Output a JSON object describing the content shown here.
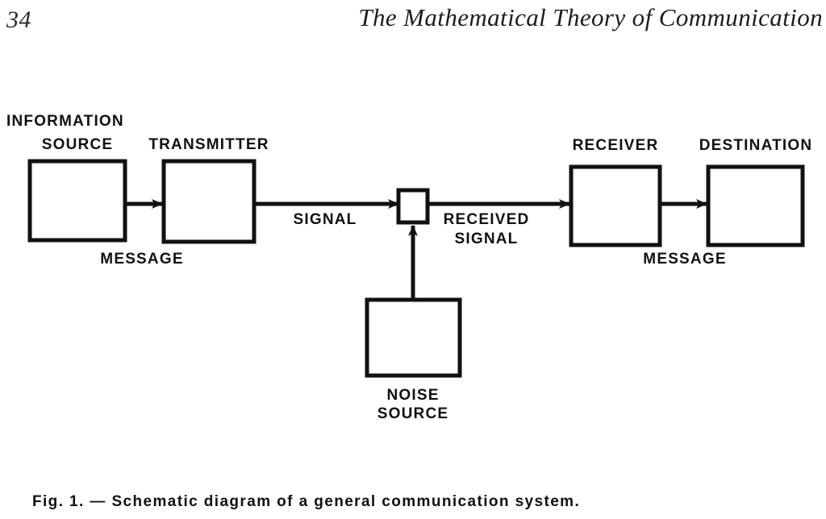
{
  "page": {
    "folio": "34",
    "running_title": "The Mathematical Theory of Communication",
    "caption": "Fig. 1. — Schematic diagram of a general communication system.",
    "ink_color": "#111111",
    "background_color": "#ffffff"
  },
  "diagram": {
    "nodes": {
      "information_source": {
        "line1": "INFORMATION",
        "line2": "SOURCE"
      },
      "transmitter": {
        "label": "TRANSMITTER"
      },
      "channel": {
        "label": ""
      },
      "receiver": {
        "label": "RECEIVER"
      },
      "destination": {
        "label": "DESTINATION"
      },
      "noise_source": {
        "line1": "NOISE",
        "line2": "SOURCE"
      }
    },
    "edges": {
      "source_to_transmitter": {
        "label": "MESSAGE"
      },
      "transmitter_to_channel": {
        "label": "SIGNAL"
      },
      "channel_to_receiver": {
        "line1": "RECEIVED",
        "line2": "SIGNAL"
      },
      "receiver_to_destination": {
        "label": "MESSAGE"
      },
      "noise_to_channel": {
        "label": ""
      }
    }
  }
}
